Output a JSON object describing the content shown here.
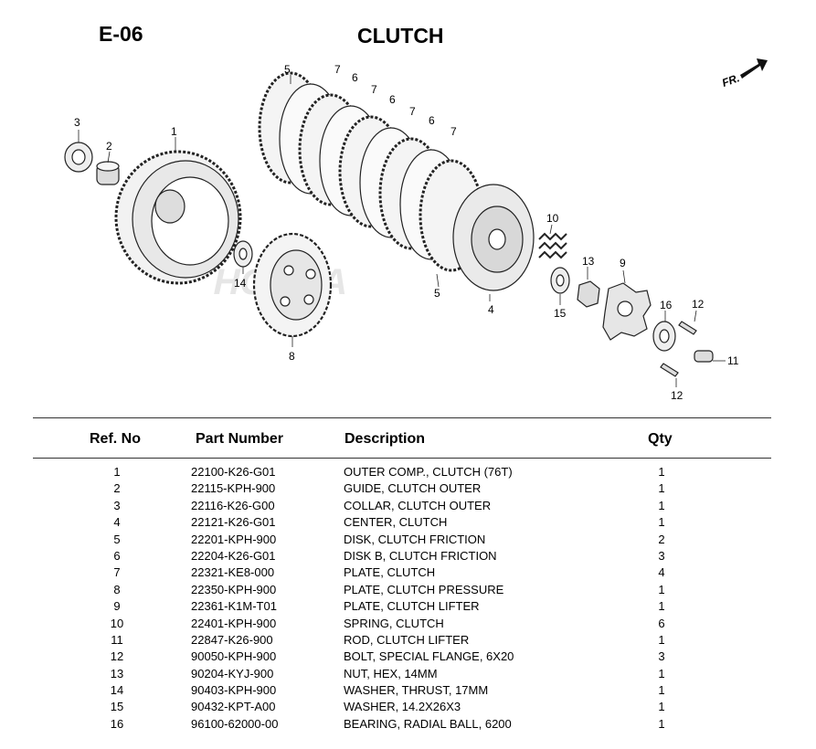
{
  "header": {
    "code": "E-06",
    "title": "CLUTCH"
  },
  "diagram": {
    "front_label": "FR.",
    "watermark": "HONDA",
    "callouts": [
      "1",
      "2",
      "3",
      "4",
      "5",
      "5",
      "6",
      "6",
      "6",
      "7",
      "7",
      "7",
      "7",
      "8",
      "9",
      "10",
      "11",
      "12",
      "12",
      "13",
      "14",
      "15",
      "16"
    ]
  },
  "table": {
    "headers": {
      "ref": "Ref. No",
      "part": "Part Number",
      "desc": "Description",
      "qty": "Qty"
    },
    "rows": [
      {
        "ref": "1",
        "part": "22100-K26-G01",
        "desc": "OUTER COMP., CLUTCH (76T)",
        "qty": "1"
      },
      {
        "ref": "2",
        "part": "22115-KPH-900",
        "desc": "GUIDE, CLUTCH OUTER",
        "qty": "1"
      },
      {
        "ref": "3",
        "part": "22116-K26-G00",
        "desc": "COLLAR, CLUTCH OUTER",
        "qty": "1"
      },
      {
        "ref": "4",
        "part": "22121-K26-G01",
        "desc": "CENTER, CLUTCH",
        "qty": "1"
      },
      {
        "ref": "5",
        "part": "22201-KPH-900",
        "desc": "DISK, CLUTCH FRICTION",
        "qty": "2"
      },
      {
        "ref": "6",
        "part": "22204-K26-G01",
        "desc": "DISK B, CLUTCH FRICTION",
        "qty": "3"
      },
      {
        "ref": "7",
        "part": "22321-KE8-000",
        "desc": "PLATE, CLUTCH",
        "qty": "4"
      },
      {
        "ref": "8",
        "part": "22350-KPH-900",
        "desc": "PLATE, CLUTCH PRESSURE",
        "qty": "1"
      },
      {
        "ref": "9",
        "part": "22361-K1M-T01",
        "desc": "PLATE, CLUTCH LIFTER",
        "qty": "1"
      },
      {
        "ref": "10",
        "part": "22401-KPH-900",
        "desc": "SPRING, CLUTCH",
        "qty": "6"
      },
      {
        "ref": "11",
        "part": "22847-K26-900",
        "desc": "ROD, CLUTCH LIFTER",
        "qty": "1"
      },
      {
        "ref": "12",
        "part": "90050-KPH-900",
        "desc": "BOLT, SPECIAL FLANGE, 6X20",
        "qty": "3"
      },
      {
        "ref": "13",
        "part": "90204-KYJ-900",
        "desc": "NUT, HEX, 14MM",
        "qty": "1"
      },
      {
        "ref": "14",
        "part": "90403-KPH-900",
        "desc": "WASHER, THRUST, 17MM",
        "qty": "1"
      },
      {
        "ref": "15",
        "part": "90432-KPT-A00",
        "desc": "WASHER, 14.2X26X3",
        "qty": "1"
      },
      {
        "ref": "16",
        "part": "96100-62000-00",
        "desc": "BEARING, RADIAL BALL, 6200",
        "qty": "1"
      }
    ]
  }
}
